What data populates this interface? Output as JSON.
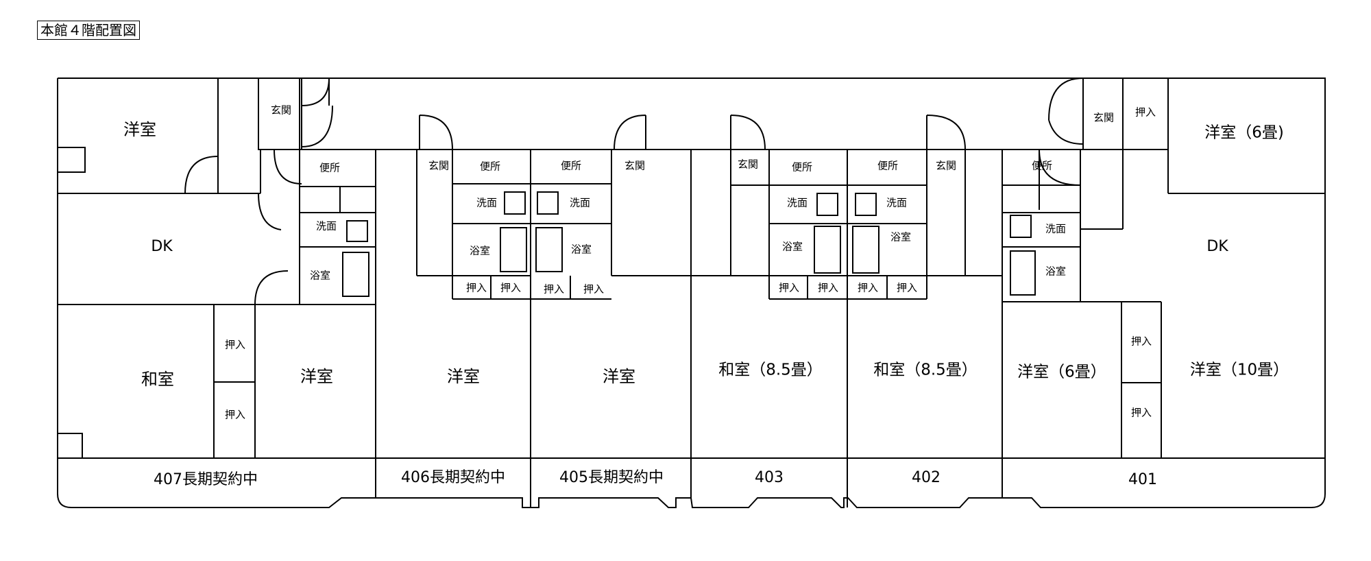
{
  "title": "本館４階配置図",
  "units": {
    "u407": "407長期契約中",
    "u406": "406長期契約中",
    "u405": "405長期契約中",
    "u403": "403",
    "u402": "402",
    "u401": "401"
  },
  "rooms": {
    "r407_youshitsu": "洋室",
    "r407_dk": "DK",
    "r407_washitsu": "和室",
    "r407_youshitsu2": "洋室",
    "r406_youshitsu": "洋室",
    "r405_youshitsu": "洋室",
    "r403_washitsu": "和室（8.5畳）",
    "r402_washitsu": "和室（8.5畳）",
    "r401_youshitsu6": "洋室（6畳)",
    "r401_dk": "DK",
    "r401_youshitsu6b": "洋室（6畳）",
    "r401_youshitsu10": "洋室（10畳）"
  },
  "fixtures": {
    "genkan": "玄関",
    "benjo": "便所",
    "senmen": "洗面",
    "yokushitsu": "浴室",
    "oshiire": "押入"
  }
}
